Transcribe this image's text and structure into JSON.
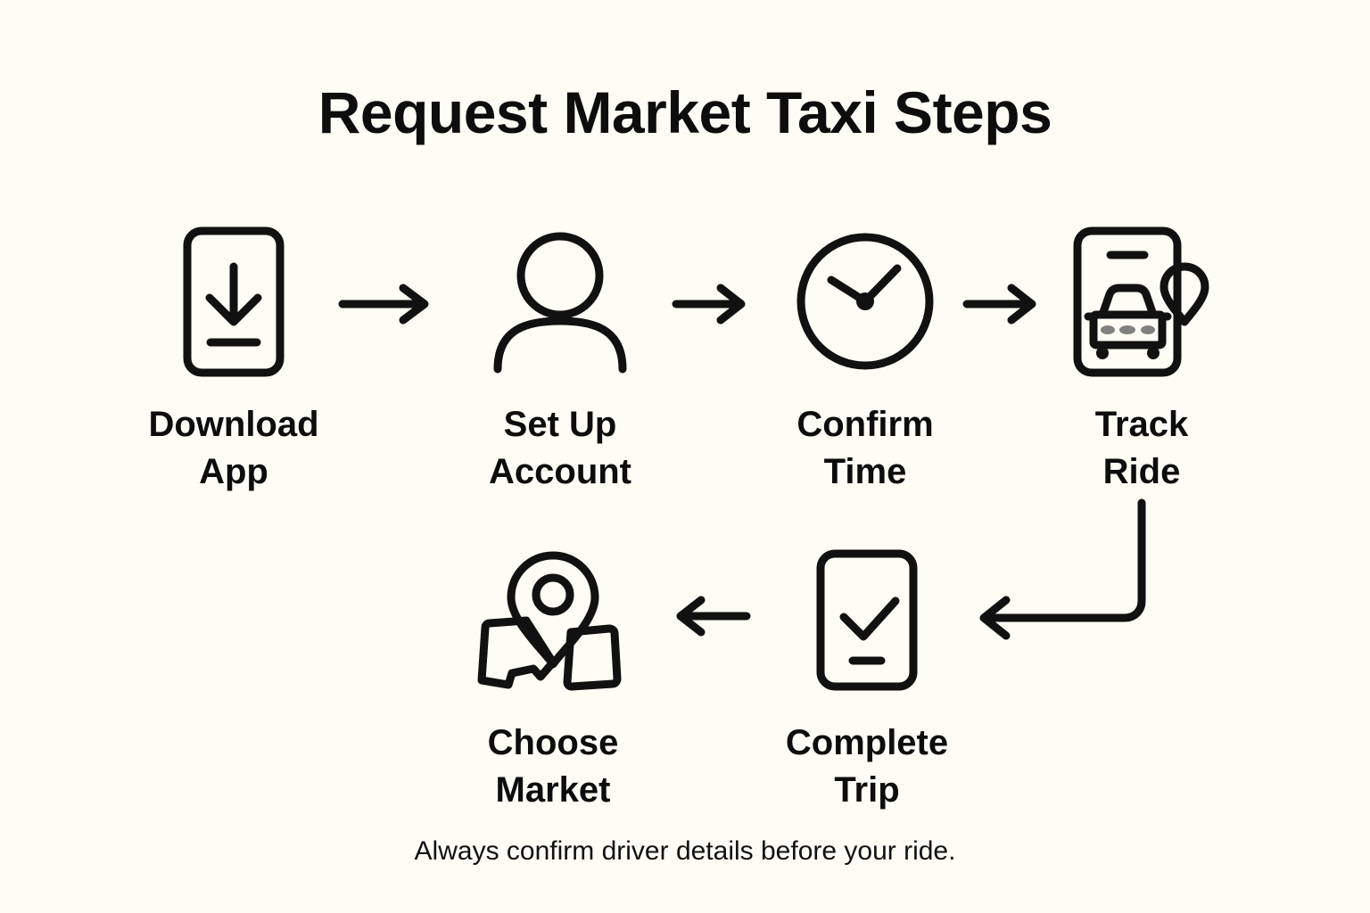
{
  "page": {
    "title": "Request Market Taxi Steps",
    "footer_note": "Always confirm driver details before your ride.",
    "background_color": "#FDFCF5",
    "ink_color": "#111111",
    "accent_gray": "#808080"
  },
  "steps": [
    {
      "id": "download",
      "order": 1,
      "label": "Download\nApp",
      "icon": "phone-download-icon"
    },
    {
      "id": "account",
      "order": 2,
      "label": "Set Up\nAccount",
      "icon": "person-icon"
    },
    {
      "id": "time",
      "order": 3,
      "label": "Confirm\nTime",
      "icon": "clock-icon"
    },
    {
      "id": "track",
      "order": 4,
      "label": "Track\nRide",
      "icon": "phone-car-pin-icon"
    },
    {
      "id": "complete",
      "order": 5,
      "label": "Complete\nTrip",
      "icon": "phone-check-icon"
    },
    {
      "id": "market",
      "order": 6,
      "label": "Choose\nMarket",
      "icon": "map-pin-icon"
    }
  ],
  "connectors": [
    {
      "id": "arrow-1",
      "direction": "right",
      "from": "download",
      "to": "account"
    },
    {
      "id": "arrow-2",
      "direction": "right",
      "from": "account",
      "to": "time"
    },
    {
      "id": "arrow-3",
      "direction": "right",
      "from": "time",
      "to": "track"
    },
    {
      "id": "arrow-elbow",
      "direction": "down-then-left",
      "from": "track",
      "to": "complete"
    },
    {
      "id": "arrow-4",
      "direction": "left",
      "from": "complete",
      "to": "market"
    }
  ]
}
